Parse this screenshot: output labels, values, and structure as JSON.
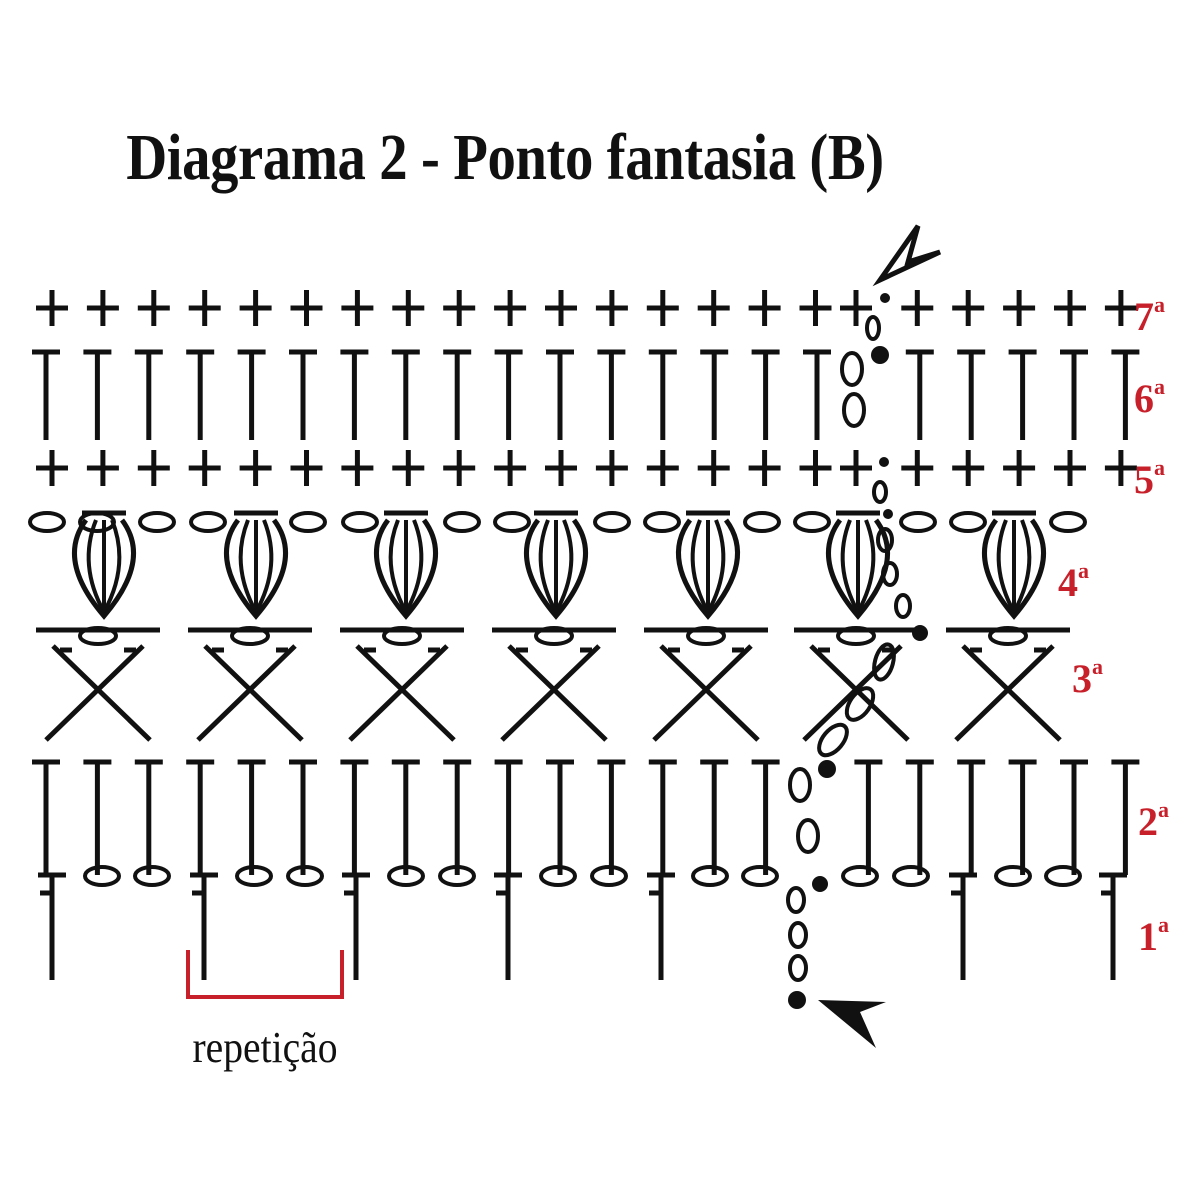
{
  "title": "Diagrama 2 - Ponto fantasia (B)",
  "repeat_label": "repetição",
  "rows": [
    {
      "number": "1",
      "suffix": "a"
    },
    {
      "number": "2",
      "suffix": "a"
    },
    {
      "number": "3",
      "suffix": "a"
    },
    {
      "number": "4",
      "suffix": "a"
    },
    {
      "number": "5",
      "suffix": "a"
    },
    {
      "number": "6",
      "suffix": "a"
    },
    {
      "number": "7",
      "suffix": "a"
    }
  ],
  "colors": {
    "ink": "#111111",
    "accent": "#c8202a"
  }
}
